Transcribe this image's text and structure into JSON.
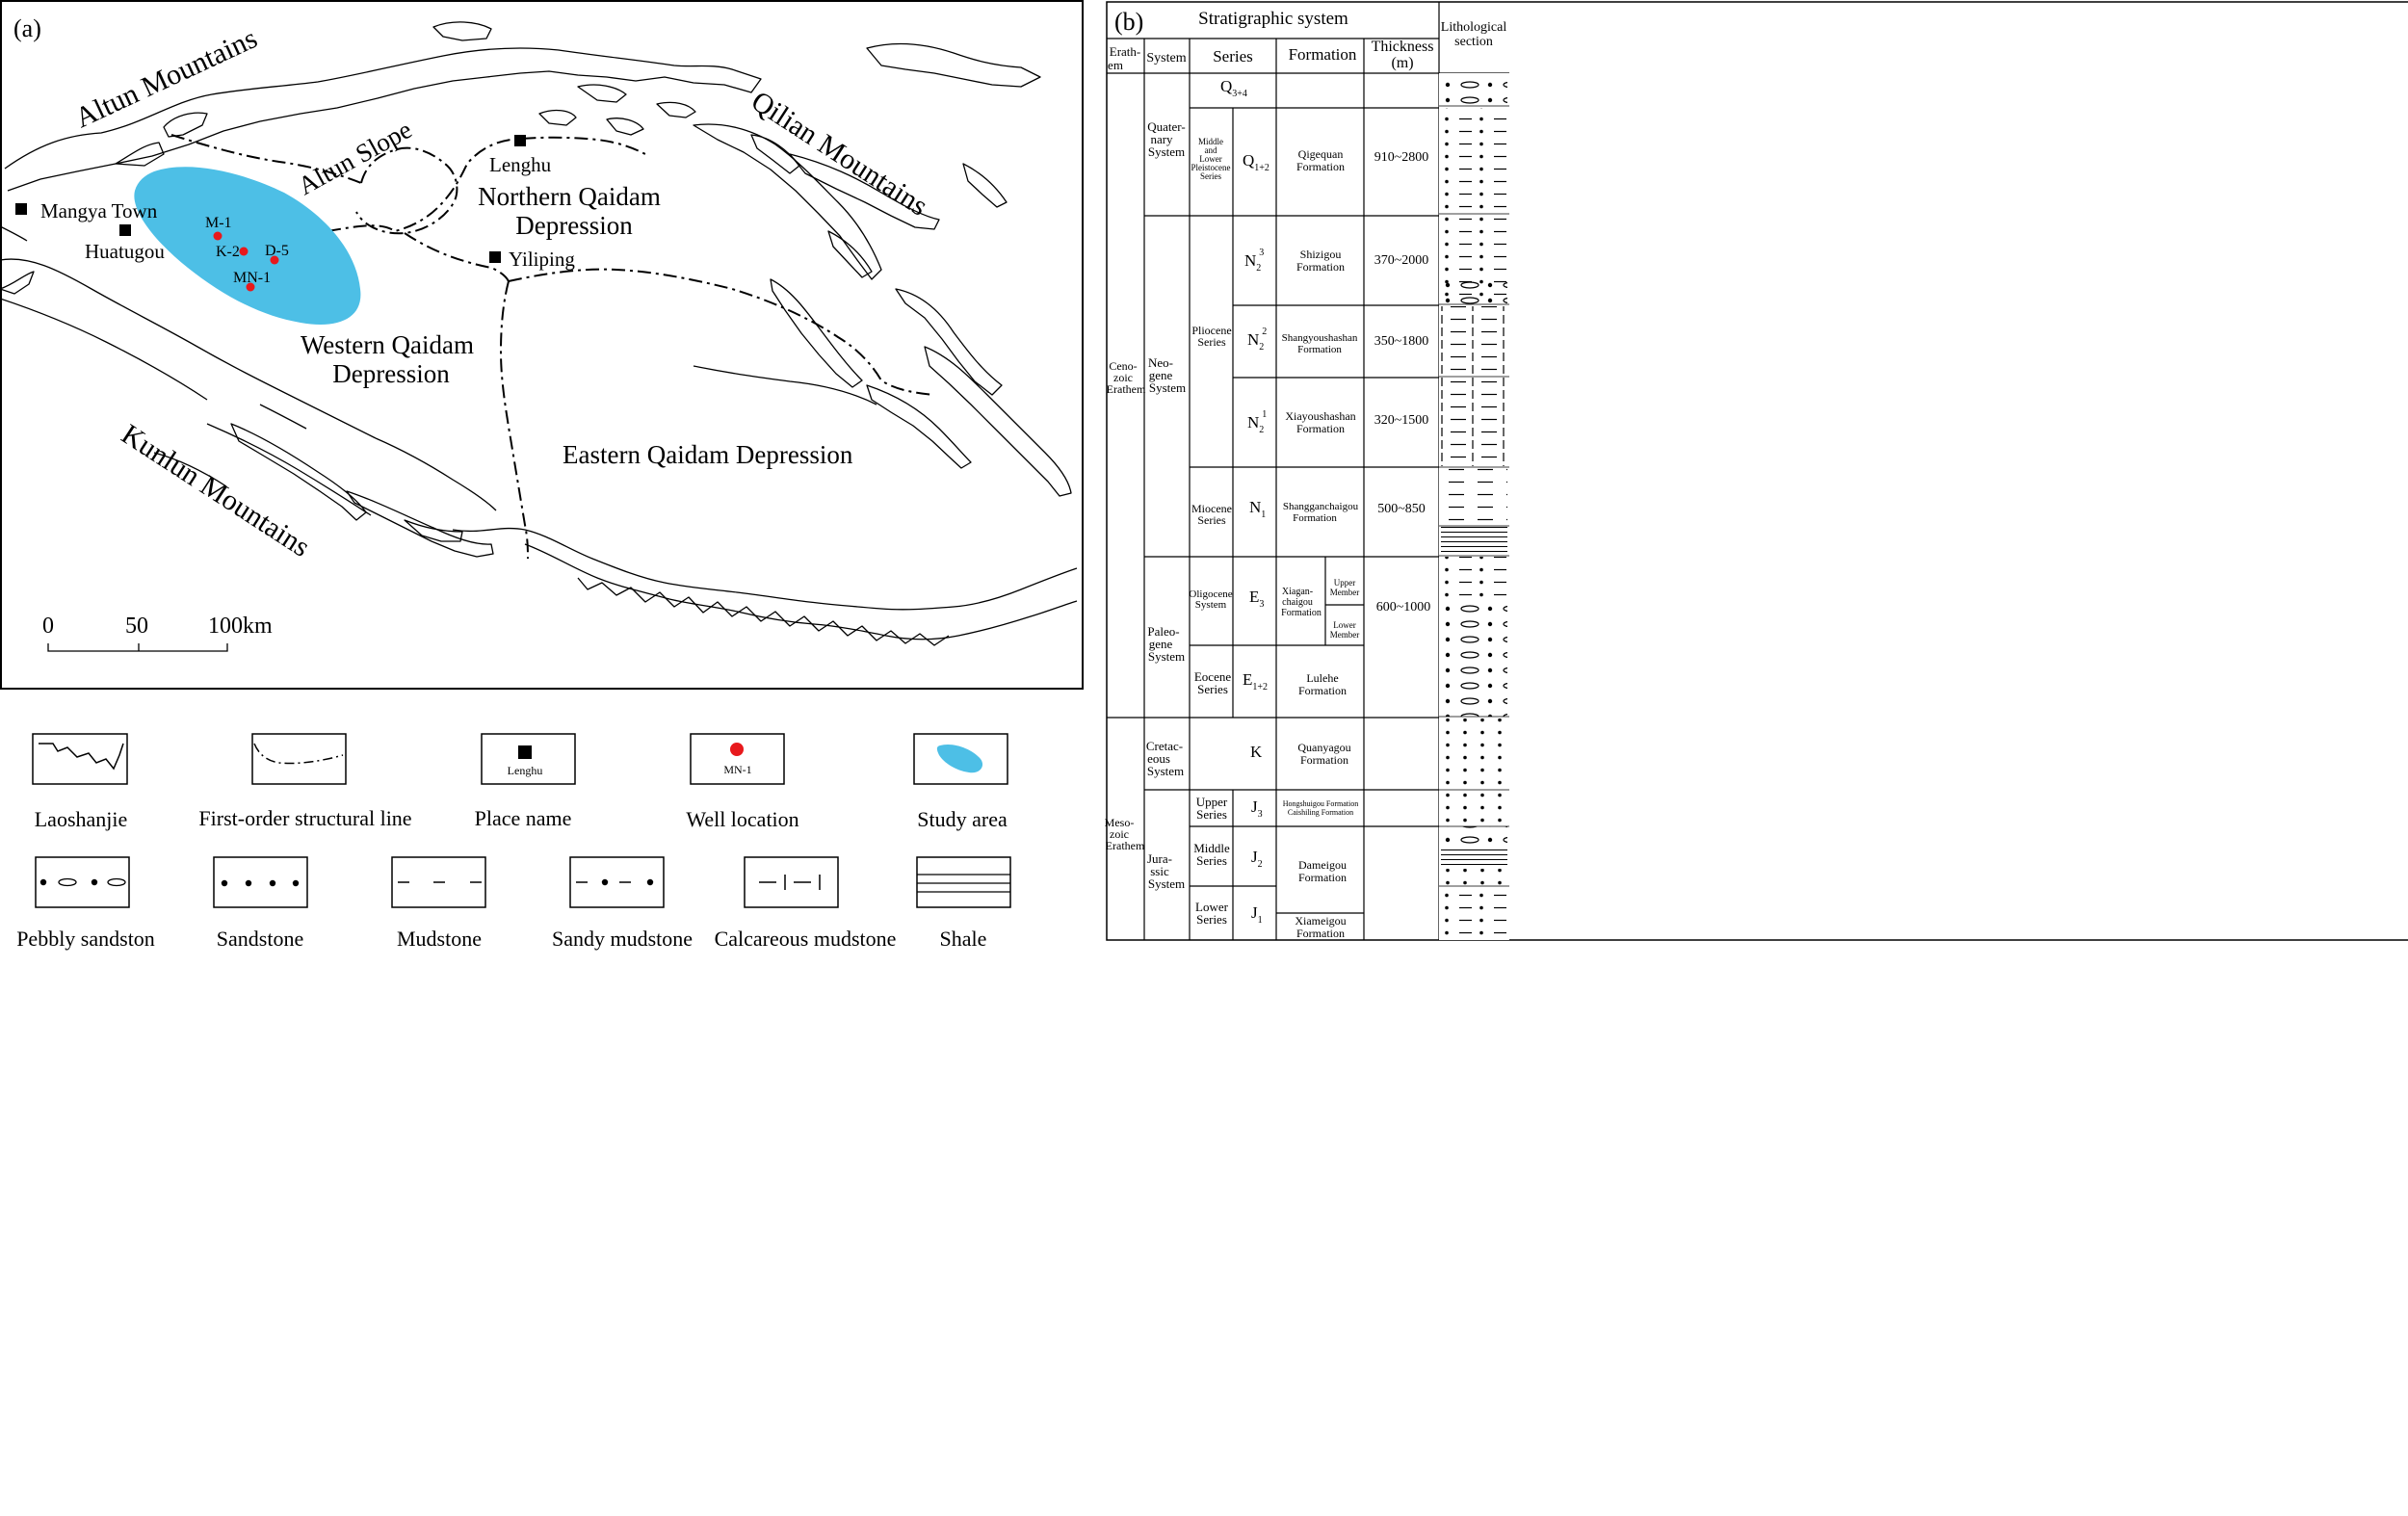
{
  "panel_a": {
    "label": "(a)",
    "mountains": {
      "altun": "Altun Mountains",
      "qilian": "Qilian Mountains",
      "kunlun": "Kunlun Mountains"
    },
    "regions": {
      "altun_slope": "Altun Slope",
      "northern_line1": "Northern Qaidam",
      "northern_line2": "Depression",
      "western_line1": "Western Qaidam",
      "western_line2": "Depression",
      "eastern": "Eastern Qaidam Depression"
    },
    "places": [
      {
        "id": "mangya",
        "name": "Mangya Town"
      },
      {
        "id": "huatugou",
        "name": "Huatugou"
      },
      {
        "id": "lenghu",
        "name": "Lenghu"
      },
      {
        "id": "yiliping",
        "name": "Yiliping"
      }
    ],
    "wells": [
      {
        "id": "m1",
        "name": "M-1"
      },
      {
        "id": "k2",
        "name": "K-2"
      },
      {
        "id": "d5",
        "name": "D-5"
      },
      {
        "id": "mn1",
        "name": "MN-1"
      }
    ],
    "scale": {
      "t0": "0",
      "t50": "50",
      "t100": "100km"
    },
    "colors": {
      "study_area": "#4DBFE6",
      "well": "#E8191C",
      "marker": "#000000"
    }
  },
  "legend": {
    "items": [
      {
        "id": "laoshanjie",
        "label": "Laoshanjie"
      },
      {
        "id": "structural",
        "label": "First-order structural line"
      },
      {
        "id": "place",
        "label": "Place name",
        "sample": "Lenghu"
      },
      {
        "id": "well",
        "label": "Well location",
        "sample": "MN-1"
      },
      {
        "id": "study",
        "label": "Study area"
      },
      {
        "id": "pebbly",
        "label": "Pebbly sandston"
      },
      {
        "id": "sandstone",
        "label": "Sandstone"
      },
      {
        "id": "mudstone",
        "label": "Mudstone"
      },
      {
        "id": "sandymud",
        "label": "Sandy mudstone"
      },
      {
        "id": "calcmud",
        "label": "Calcareous mudstone"
      },
      {
        "id": "shale",
        "label": "Shale"
      }
    ]
  },
  "panel_b": {
    "label": "(b)",
    "title": "Stratigraphic system",
    "headers": {
      "erathem": [
        "Erath-",
        "em"
      ],
      "system": "System",
      "series": "Series",
      "formation": "Formation",
      "thickness": [
        "Thickness",
        "(m)"
      ],
      "litho": [
        "Lithological",
        "section"
      ]
    },
    "erathems": [
      {
        "id": "cenozoic",
        "lines": [
          "Ceno-",
          "zoic",
          "Erathem"
        ]
      },
      {
        "id": "mesozoic",
        "lines": [
          "Meso-",
          "zoic",
          "Erathem"
        ]
      }
    ],
    "systems": [
      {
        "id": "quaternary",
        "lines": [
          "Quater-",
          "nary",
          "System"
        ]
      },
      {
        "id": "neogene",
        "lines": [
          "Neo-",
          "gene",
          "System"
        ]
      },
      {
        "id": "paleogene",
        "lines": [
          "Paleo-",
          "gene",
          "System"
        ]
      },
      {
        "id": "cretaceous",
        "lines": [
          "Cretac-",
          "eous",
          "System"
        ]
      },
      {
        "id": "jurassic",
        "lines": [
          "Jura-",
          "ssic",
          "System"
        ]
      }
    ],
    "series": [
      {
        "id": "q34",
        "symbol": "Q",
        "sub": "3+4",
        "sup": ""
      },
      {
        "id": "pleisto",
        "lines": [
          "Middle",
          "and",
          "Lower",
          "Pleistocene",
          "Series"
        ]
      },
      {
        "id": "pliocene",
        "lines": [
          "Pliocene",
          "Series"
        ]
      },
      {
        "id": "miocene",
        "lines": [
          "Miocene",
          "Series"
        ]
      },
      {
        "id": "oligocene",
        "lines": [
          "Oligocene",
          "System"
        ]
      },
      {
        "id": "eocene",
        "lines": [
          "Eocene",
          "Series"
        ]
      },
      {
        "id": "jupper",
        "lines": [
          "Upper",
          "Series"
        ]
      },
      {
        "id": "jmiddle",
        "lines": [
          "Middle",
          "Series"
        ]
      },
      {
        "id": "jlower",
        "lines": [
          "Lower",
          "Series"
        ]
      }
    ],
    "units": [
      {
        "id": "q12",
        "symbol": "Q",
        "sub": "1+2",
        "sup": "",
        "formation": [
          "Qigequan",
          "Formation"
        ],
        "thickness": "910~2800"
      },
      {
        "id": "n23",
        "symbol": "N",
        "sub": "2",
        "sup": "3",
        "formation": [
          "Shizigou",
          "Formation"
        ],
        "thickness": "370~2000"
      },
      {
        "id": "n22",
        "symbol": "N",
        "sub": "2",
        "sup": "2",
        "formation": [
          "Shangyoushashan",
          "Formation"
        ],
        "thickness": "350~1800"
      },
      {
        "id": "n21",
        "symbol": "N",
        "sub": "2",
        "sup": "1",
        "formation": [
          "Xiayoushashan",
          "Formation"
        ],
        "thickness": "320~1500"
      },
      {
        "id": "n1",
        "symbol": "N",
        "sub": "1",
        "sup": "",
        "formation": [
          "Shangganchaigou",
          "Formation"
        ],
        "thickness": "500~850"
      },
      {
        "id": "e3",
        "symbol": "E",
        "sub": "3",
        "sup": "",
        "formation": [
          "Xiagan-",
          "chaigou",
          "Formation"
        ],
        "thickness": "600~1000"
      },
      {
        "id": "e12",
        "symbol": "E",
        "sub": "1+2",
        "sup": "",
        "formation": [
          "Lulehe",
          "Formation"
        ],
        "thickness": ""
      },
      {
        "id": "k",
        "symbol": "K",
        "sub": "",
        "sup": "",
        "formation": [
          "Quanyagou",
          "Formation"
        ],
        "thickness": ""
      },
      {
        "id": "j3",
        "symbol": "J",
        "sub": "3",
        "sup": "",
        "formation": [
          "Hongshuigou Formation",
          "Caishiling Formation"
        ],
        "thickness": ""
      },
      {
        "id": "j2",
        "symbol": "J",
        "sub": "2",
        "sup": "",
        "formation": [
          "Dameigou",
          "Formation"
        ],
        "thickness": ""
      },
      {
        "id": "j1",
        "symbol": "J",
        "sub": "1",
        "sup": "",
        "formation": [
          "Xiameigou",
          "Formation"
        ],
        "thickness": ""
      }
    ],
    "members": [
      {
        "id": "upper",
        "lines": [
          "Upper",
          "Member"
        ]
      },
      {
        "id": "lower",
        "lines": [
          "Lower",
          "Member"
        ]
      }
    ]
  }
}
